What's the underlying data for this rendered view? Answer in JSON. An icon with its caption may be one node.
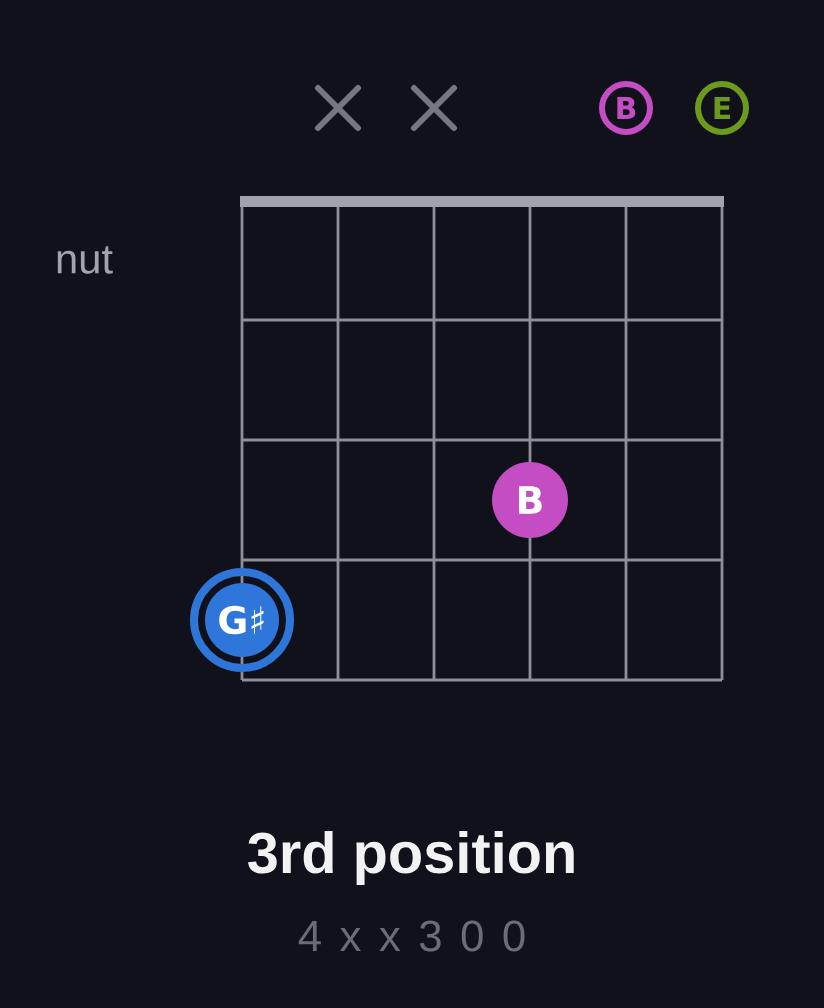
{
  "diagram": {
    "caption": "3rd position",
    "nodes": [
      {
        "text": [
          "B"
        ]
      },
      {
        "text": [
          "E"
        ]
      },
      {
        "text": [
          "B"
        ]
      },
      {
        "text": [
          "G♯"
        ]
      }
    ],
    "labels": [
      "nut",
      "4 x x 3 0 0"
    ]
  }
}
